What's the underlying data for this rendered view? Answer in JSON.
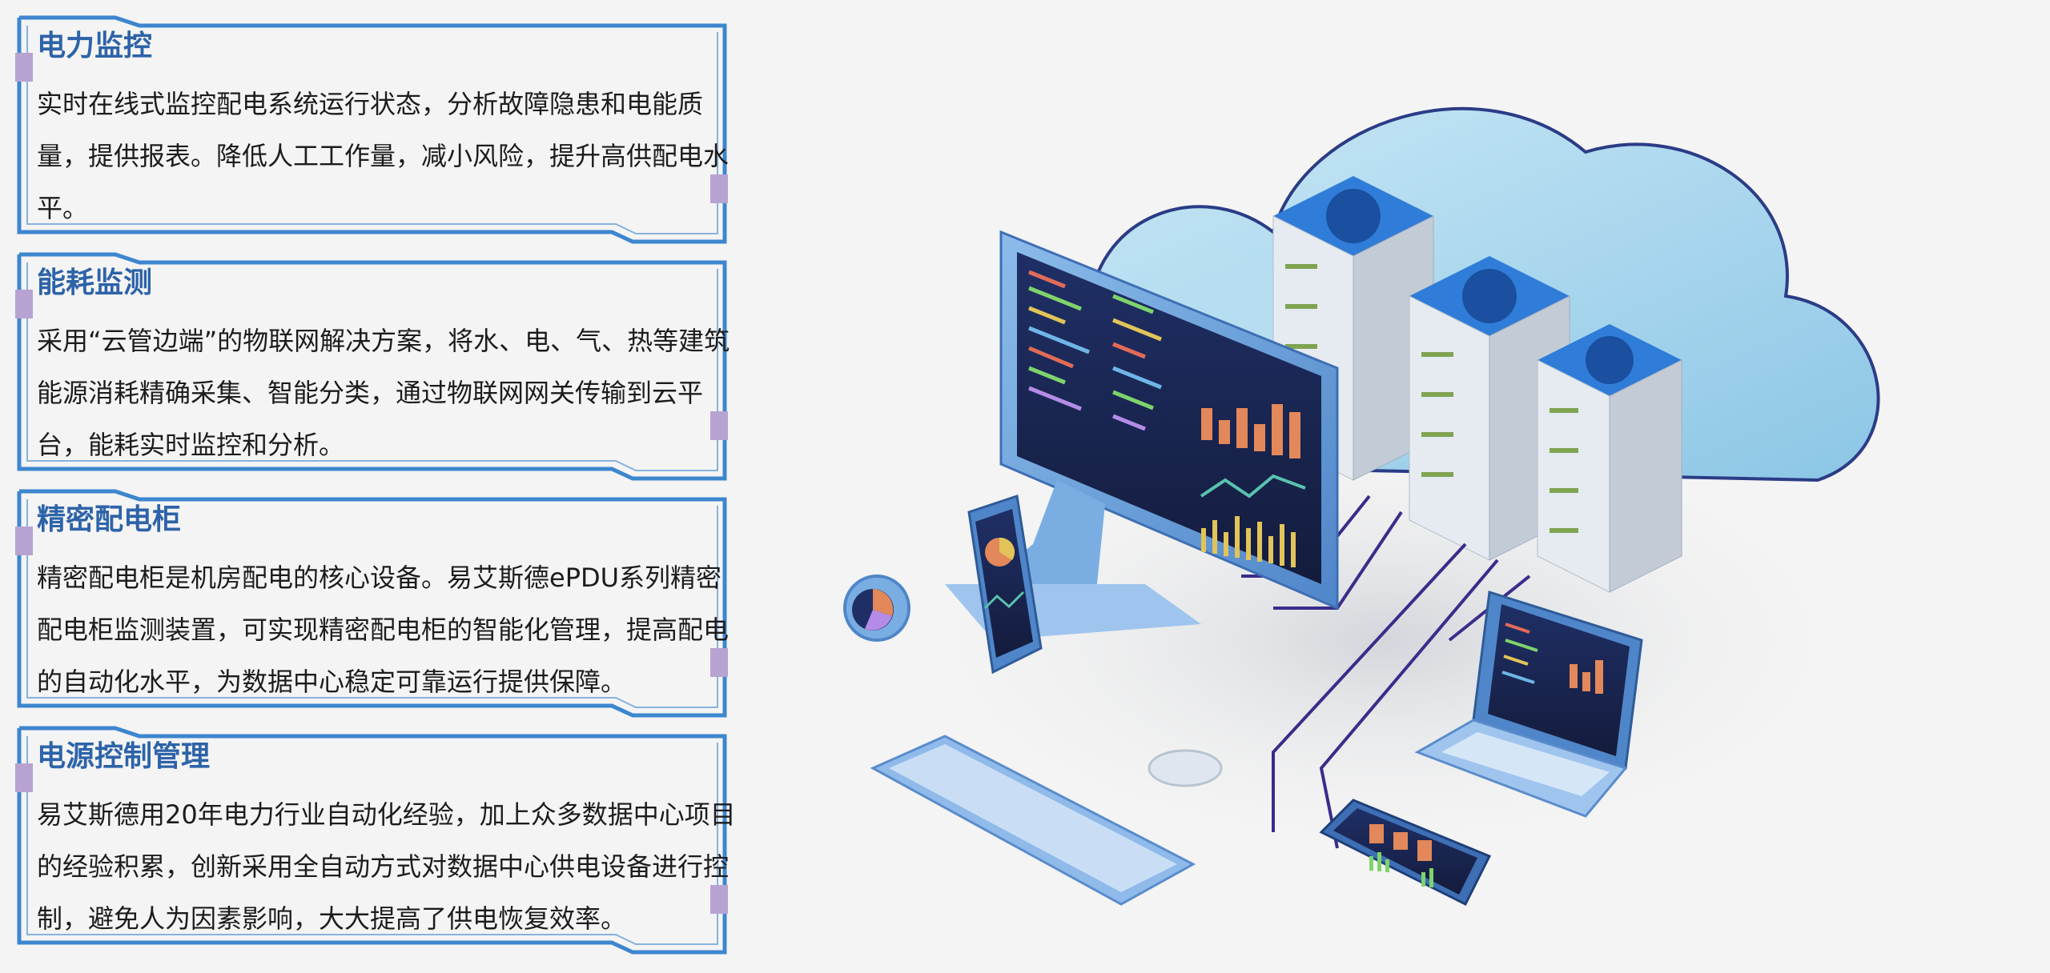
{
  "cards": [
    {
      "title": "电力监控",
      "body": "实时在线式监控配电系统运行状态，分析故障隐患和电能质量，提供报表。降低人工工作量，减小风险，提升高供配电水平。"
    },
    {
      "title": "能耗监测",
      "body": "采用“云管边端”的物联网解决方案，将水、电、气、热等建筑能源消耗精确采集、智能分类，通过物联网网关传输到云平台，能耗实时监控和分析。"
    },
    {
      "title": "精密配电柜",
      "body": "精密配电柜是机房配电的核心设备。易艾斯德ePDU系列精密配电柜监测装置，可实现精密配电柜的智能化管理，提高配电的自动化水平，为数据中心稳定可靠运行提供保障。"
    },
    {
      "title": "电源控制管理",
      "body": "易艾斯德用20年电力行业自动化经验，加上众多数据中心项目的经验积累，创新采用全自动方式对数据中心供电设备进行控制，避免人为因素影响，大大提高了供电恢复效率。"
    }
  ],
  "colors": {
    "frame": "#3d86cf",
    "title": "#2d63a8",
    "tab": "#b7a3d2",
    "cloud": "#a8d6ec",
    "device": "#6fa3dc",
    "screen": "#1c2a5a"
  },
  "icons": {
    "illustration": "cloud-data-center-illustration"
  }
}
